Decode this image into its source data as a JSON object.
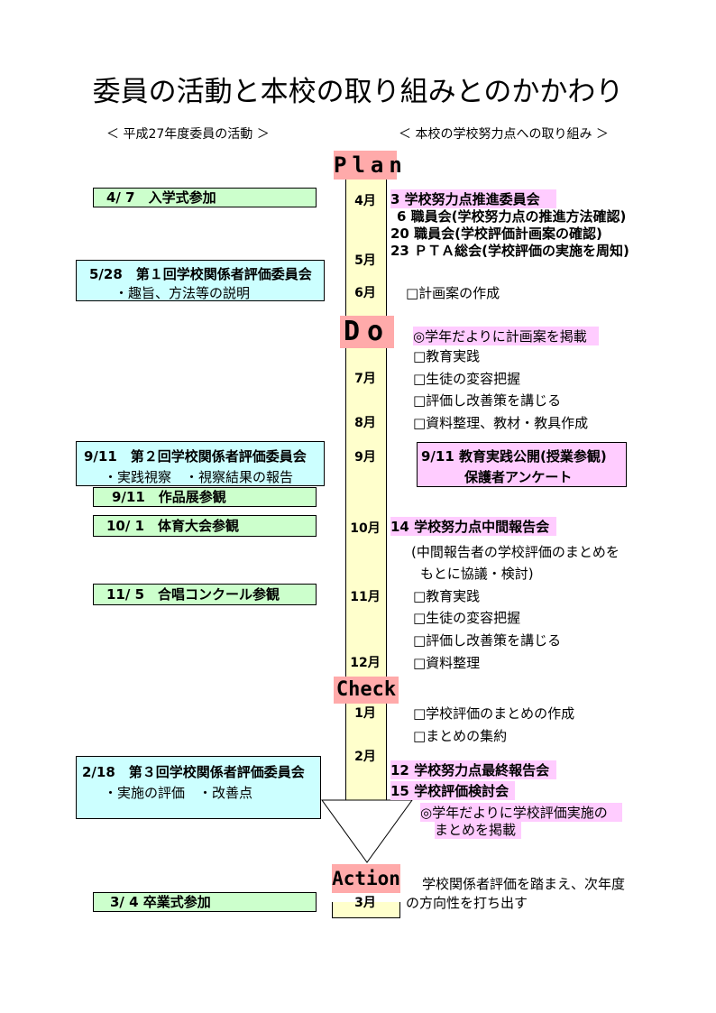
{
  "title": "委員の活動と本校の取り組みとのかかわり",
  "left_header": "＜ 平成27年度委員の活動 ＞",
  "right_header": "＜ 本校の学校努力点への取り組み ＞",
  "phases": {
    "plan": "Plan",
    "do": "Do",
    "check": "Check",
    "action": "Action"
  },
  "months": {
    "apr": "4月",
    "may": "5月",
    "jun": "6月",
    "jul": "7月",
    "aug": "8月",
    "sep": "9月",
    "oct": "10月",
    "nov": "11月",
    "dec": "12月",
    "jan": "1月",
    "feb": "2月",
    "mar": "3月"
  },
  "committee": {
    "entrance": "4/ 7　入学式参加",
    "meeting1_title": "5/28　第１回学校関係者評価委員会",
    "meeting1_detail": "・趣旨、方法等の説明",
    "meeting2_title": "9/11　第２回学校関係者評価委員会",
    "meeting2_detail": "・実践視察　・視察結果の報告",
    "exhibition": "9/11　作品展参観",
    "sports": "10/ 1　体育大会参観",
    "chorus": "11/ 5　合唱コンクール参観",
    "meeting3_title": "2/18　第３回学校関係者評価委員会",
    "meeting3_detail": "・実施の評価　・改善点",
    "graduation": "3/ 4 卒業式参加"
  },
  "school": {
    "apr_3": "3  学校努力点推進委員会",
    "apr_6": "6  職員会(学校努力点の推進方法確認)",
    "apr_20": "20  職員会(学校評価計画案の確認)",
    "apr_23": "23 ＰＴＡ総会(学校評価の実施を周知)",
    "jun_plan": "□計画案の作成",
    "do_newsletter": "◎学年だよりに計画案を掲載",
    "do_practice": "□教育実践",
    "do_change": "□生徒の変容把握",
    "do_evaluate": "□評価し改善策を講じる",
    "do_material": "□資料整理、教材・教具作成",
    "sep_open_1": "9/11 教育実践公開(授業参観)",
    "sep_open_2": "保護者アンケート",
    "oct_interim": "14 学校努力点中間報告会",
    "oct_note_1": "(中間報告者の学校評価のまとめを",
    "oct_note_2": "もとに協議・検討)",
    "nov_practice": "□教育実践",
    "nov_change": "□生徒の変容把握",
    "nov_evaluate": "□評価し改善策を講じる",
    "dec_material": "□資料整理",
    "jan_summary": "□学校評価のまとめの作成",
    "jan_collect": "□まとめの集約",
    "feb_final": "12 学校努力点最終報告会",
    "feb_review": "15 学校評価検討会",
    "feb_news_1": "◎学年だよりに学校評価実施の",
    "feb_news_2": "まとめを掲載",
    "action_1": "学校関係者評価を踏まえ、次年度",
    "action_2": "の方向性を打ち出す"
  },
  "colors": {
    "green_box": "#ccffcc",
    "cyan_box": "#ccffff",
    "pink_highlight": "#ffccff",
    "phase_label": "#ffaaaa",
    "spine": "#ffffcc"
  }
}
